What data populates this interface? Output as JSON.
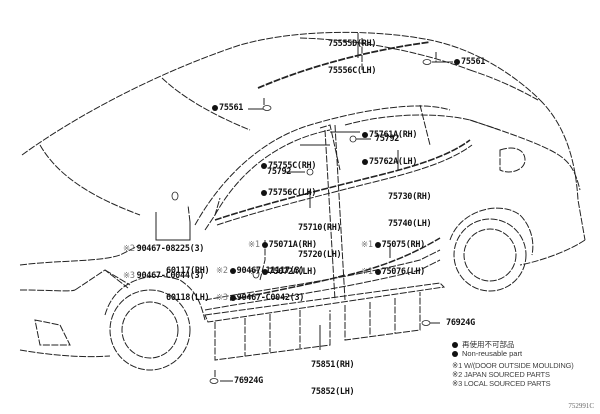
{
  "diagram": {
    "subject": "Side view of sedan showing door/window mouldings and rocker panel parts",
    "figure_id": "752991C",
    "callouts": [
      {
        "id": "roof-moulding",
        "lines": [
          "75555D(RH)",
          "75556C(LH)"
        ],
        "non_reusable": false,
        "note": ""
      },
      {
        "id": "clip-rear",
        "lines": [
          "75561"
        ],
        "non_reusable": true,
        "note": ""
      },
      {
        "id": "clip-front",
        "lines": [
          "75561"
        ],
        "non_reusable": true,
        "note": ""
      },
      {
        "id": "rear-pillar-garnish",
        "lines": [
          "75761A(RH)",
          "75762A(LH)"
        ],
        "non_reusable": true,
        "note": ""
      },
      {
        "id": "front-pillar-garnish",
        "lines": [
          "75755C(RH)",
          "75756C(LH)"
        ],
        "non_reusable": true,
        "note": ""
      },
      {
        "id": "clip-75792-rear",
        "lines": [
          "75792"
        ],
        "non_reusable": false,
        "note": ""
      },
      {
        "id": "clip-75792-front",
        "lines": [
          "75792"
        ],
        "non_reusable": false,
        "note": ""
      },
      {
        "id": "rear-belt-moulding",
        "lines": [
          "75730(RH)",
          "75740(LH)"
        ],
        "non_reusable": false,
        "note": ""
      },
      {
        "id": "front-belt-moulding",
        "lines": [
          "75710(RH)",
          "75720(LH)"
        ],
        "non_reusable": false,
        "note": ""
      },
      {
        "id": "front-door-moulding",
        "lines": [
          "75071A(RH)",
          "75072A(LH)"
        ],
        "non_reusable": true,
        "note": "※1"
      },
      {
        "id": "rear-door-moulding",
        "lines": [
          "75075(RH)",
          "75076(LH)"
        ],
        "non_reusable": true,
        "note": "※1"
      },
      {
        "id": "fender-screws",
        "lines": [
          "90467-08225(3)",
          "90467-C0044(3)"
        ],
        "non_reusable": false,
        "notes": [
          "※2",
          "※3"
        ]
      },
      {
        "id": "fender-liner",
        "lines": [
          "60117(RH)",
          "60118(LH)"
        ],
        "non_reusable": false,
        "note": ""
      },
      {
        "id": "door-clips",
        "lines": [
          "90467-11117(3)",
          "90467-C0042(3)"
        ],
        "non_reusable": true,
        "notes": [
          "※2",
          "※3"
        ]
      },
      {
        "id": "rocker-moulding",
        "lines": [
          "75851(RH)",
          "75852(LH)"
        ],
        "non_reusable": false,
        "note": ""
      },
      {
        "id": "clip-76924G-rear",
        "lines": [
          "76924G"
        ],
        "non_reusable": false,
        "note": ""
      },
      {
        "id": "clip-76924G-front",
        "lines": [
          "76924G"
        ],
        "non_reusable": false,
        "note": ""
      }
    ]
  },
  "legend": {
    "non_reusable_jp": "再使用不可部品",
    "non_reusable_en": "Non-reusable part",
    "notes": [
      "※1 W/(DOOR OUTSIDE MOULDING)",
      "※2 JAPAN SOURCED PARTS",
      "※3 LOCAL SOURCED PARTS"
    ]
  }
}
